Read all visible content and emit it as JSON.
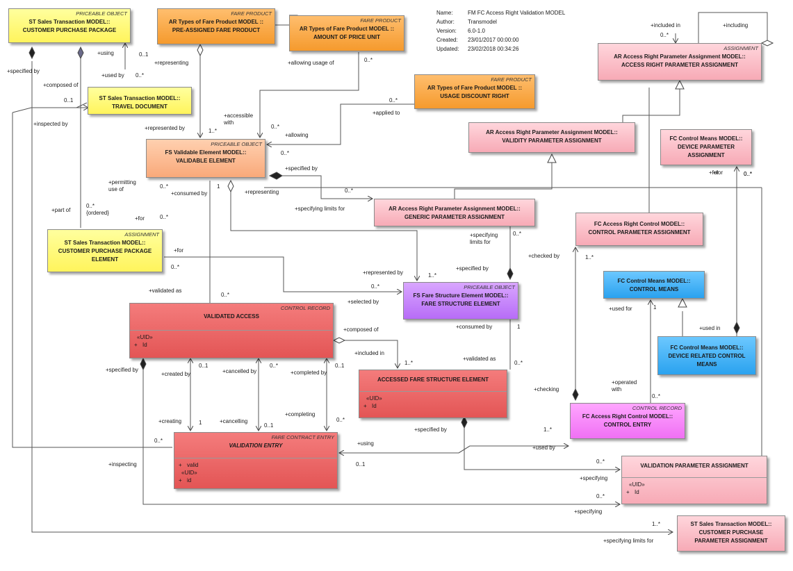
{
  "meta": [
    {
      "key": "Name:",
      "value": "FM FC Access Right Validation MODEL"
    },
    {
      "key": "Author:",
      "value": "Transmodel"
    },
    {
      "key": "Version:",
      "value": "6.0-1.0"
    },
    {
      "key": "Created:",
      "value": "23/01/2017 00:00:00"
    },
    {
      "key": "Updated:",
      "value": "23/02/2018 00:34:26"
    }
  ],
  "colors": {
    "yellow": "#fff45c",
    "orange": "#f59a2d",
    "salmon": "#f9a97a",
    "pink": "#f7aab6",
    "red": "#e35555",
    "purple": "#b76cf7",
    "blue": "#2aa2ef",
    "magenta": "#f070f4",
    "line": "#555555"
  },
  "boxes": {
    "customer_purchase_package": {
      "stereo": "PRICEABLE OBJECT",
      "title": "ST Sales Transaction MODEL::\nCUSTOMER PURCHASE PACKAGE"
    },
    "pre_assigned_fare_product": {
      "stereo": "FARE PRODUCT",
      "title": "AR Types of Fare Product MODEL ::\nPRE-ASSIGNED FARE PRODUCT"
    },
    "amount_of_price_unit": {
      "stereo": "FARE PRODUCT",
      "title": "AR Types of Fare Product MODEL ::\nAMOUNT OF PRICE UNIT"
    },
    "usage_discount_right": {
      "stereo": "FARE PRODUCT",
      "title": "AR Types of Fare Product MODEL ::\nUSAGE DISCOUNT RIGHT"
    },
    "travel_document": {
      "title": "ST Sales Transaction MODEL::\nTRAVEL DOCUMENT"
    },
    "validable_element": {
      "stereo": "PRICEABLE OBJECT",
      "title": "FS Validable Element MODEL::\nVALIDABLE ELEMENT"
    },
    "access_right_parameter_assignment": {
      "stereo": "ASSIGNMENT",
      "title": "AR Access Right Parameter Assignment MODEL::\nACCESS RIGHT PARAMETER ASSIGNMENT"
    },
    "validity_parameter_assignment": {
      "title": "AR Access Right Parameter Assignment MODEL::\nVALIDITY PARAMETER ASSIGNMENT"
    },
    "device_parameter_assignment": {
      "title": "FC Control Means MODEL::\nDEVICE PARAMETER\nASSIGNMENT"
    },
    "generic_parameter_assignment": {
      "title": "AR Access Right Parameter Assignment MODEL::\nGENERIC PARAMETER ASSIGNMENT"
    },
    "control_parameter_assignment": {
      "title": "FC Access Right Control MODEL::\nCONTROL PARAMETER ASSIGNMENT"
    },
    "customer_purchase_package_element": {
      "stereo": "ASSIGNMENT",
      "title": "ST Sales Transaction MODEL::\nCUSTOMER PURCHASE PACKAGE\nELEMENT"
    },
    "control_means": {
      "title": "FC Control Means MODEL::\nCONTROL MEANS"
    },
    "fare_structure_element": {
      "stereo": "PRICEABLE OBJECT",
      "title": "FS Fare Structure Element MODEL::\nFARE STRUCTURE ELEMENT"
    },
    "validated_access": {
      "stereo": "CONTROL RECORD",
      "title": "VALIDATED ACCESS",
      "attrs": [
        {
          "uid": "«UID»"
        },
        {
          "vis": "+",
          "name": "Id"
        }
      ]
    },
    "device_related_control_means": {
      "title": "FC Control Means MODEL::\nDEVICE RELATED CONTROL\nMEANS"
    },
    "accessed_fare_structure_element": {
      "title": "ACCESSED FARE STRUCTURE ELEMENT",
      "attrs": [
        {
          "uid": "«UID»"
        },
        {
          "vis": "+",
          "name": "Id"
        }
      ]
    },
    "control_entry": {
      "stereo": "CONTROL RECORD",
      "title": "FC Access Right Control MODEL::\nCONTROL ENTRY"
    },
    "validation_entry": {
      "stereo": "FARE CONTRACT ENTRY",
      "title": "VALIDATION ENTRY",
      "attrs": [
        {
          "vis": "+",
          "name": "valid"
        },
        {
          "uid": "«UID»"
        },
        {
          "vis": "+",
          "name": "id"
        }
      ]
    },
    "validation_parameter_assignment": {
      "title": "VALIDATION PARAMETER ASSIGNMENT",
      "attrs": [
        {
          "uid": "«UID»"
        },
        {
          "vis": "+",
          "name": "Id"
        }
      ]
    },
    "customer_purchase_parameter_assignment": {
      "title": "ST Sales Transaction MODEL::\nCUSTOMER PURCHASE\nPARAMETER ASSIGNMENT"
    }
  },
  "labels": [
    "+specified by",
    "+using",
    "0..1",
    "+used by",
    "0..*",
    "+composed of",
    "0..1",
    "+inspected by",
    "+representing",
    "+allowing usage of",
    "0..*",
    "+accessible\nwith",
    "+represented by",
    "1..*",
    "0..*",
    "+allowing",
    "0..*",
    "+applied to",
    "0..*",
    "+included in",
    "0..*",
    "+including",
    "+permitting\nuse of",
    "0..*",
    "1",
    "+consumed by",
    "0..*\n{ordered}",
    "+part of",
    "+for",
    "0..*",
    "+specified by",
    "+representing",
    "0..*",
    "+specifying limits for",
    "+for",
    "0..*",
    "+specifying\nlimits for",
    "0..*",
    "+checked by",
    "1..*",
    "+for",
    "0..*",
    "+for",
    "0..*",
    "+validated as",
    "0..*",
    "+represented by",
    "1..*",
    "0..*",
    "+specified by",
    "+selected by",
    "+used for",
    "1",
    "+composed of",
    "+included in",
    "1..*",
    "+consumed by",
    "1",
    "+validated as",
    "0..*",
    "+used in",
    "+specified by",
    "+created by",
    "0..1",
    "+cancelled by",
    "0..*",
    "+completed by",
    "0..1",
    "+operated\nwith",
    "0..*",
    "+checking",
    "+creating",
    "1",
    "+cancelling",
    "0..1",
    "+completing",
    "0..*",
    "+specified by",
    "1..*",
    "0..*",
    "+using",
    "+used by",
    "0..1",
    "+inspecting",
    "0..*",
    "+specifying",
    "0..*",
    "+specifying",
    "1..*",
    "+specifying limits for"
  ]
}
